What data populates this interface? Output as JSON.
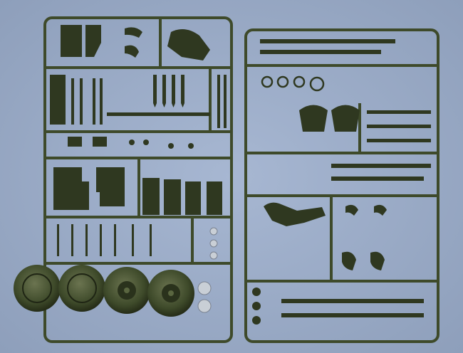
{
  "photo": {
    "subject": "plastic-model-kit-sprues",
    "colors": {
      "background": "#9fb0cc",
      "background_shadow": "#8e9fbb",
      "plastic": "#3e4a2a",
      "plastic_dark": "#2a321c",
      "plastic_light": "#5a6640",
      "clear_parts": "#c9cfd6"
    },
    "sprues": [
      {
        "id": "left-sprue",
        "panels": 5,
        "wheels": 4
      },
      {
        "id": "right-sprue",
        "panels": 4,
        "figures": 1
      }
    ]
  }
}
